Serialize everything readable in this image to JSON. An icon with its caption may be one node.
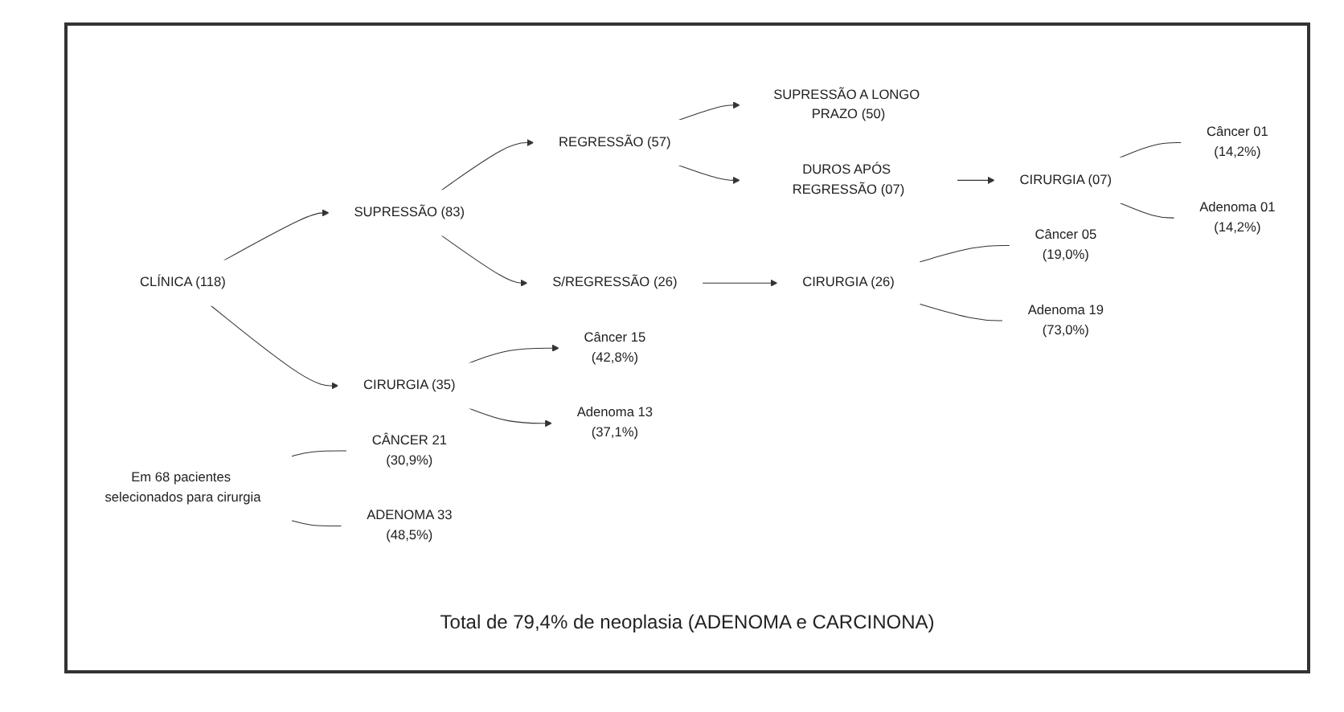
{
  "diagram": {
    "nodes": [
      {
        "text": [
          "CLÍNICA (118)"
        ]
      },
      {
        "text": [
          "SUPRESSÃO (83)"
        ]
      },
      {
        "text": [
          "CIRURGIA (35)"
        ]
      },
      {
        "text": [
          "REGRESSÃO (57)"
        ]
      },
      {
        "text": [
          "S/REGRESSÃO (26)"
        ]
      },
      {
        "text": [
          "SUPRESSÃO A LONGO PRAZO (50)"
        ]
      },
      {
        "text": [
          "DUROS APÓS REGRESSÃO (07)"
        ]
      },
      {
        "text": [
          "CIRURGIA (26)"
        ]
      },
      {
        "text": [
          "CIRURGIA (07)"
        ]
      },
      {
        "text": [
          "Câncer 15",
          "(42,8%)"
        ]
      },
      {
        "text": [
          "Adenoma 13",
          "(37,1%)"
        ]
      },
      {
        "text": [
          "Câncer 05",
          "(19,0%)"
        ]
      },
      {
        "text": [
          "Adenoma 19",
          "(73,0%)"
        ]
      },
      {
        "text": [
          "Câncer 01",
          "(14,2%)"
        ]
      },
      {
        "text": [
          "Adenoma 01",
          "(14,2%)"
        ]
      },
      {
        "text": [
          "Em 68 pacientes selecionados para cirurgia"
        ]
      },
      {
        "text": [
          "CÂNCER 21",
          "(30,9%)"
        ]
      },
      {
        "text": [
          "ADENOMA 33",
          "(48,5%)"
        ]
      }
    ],
    "edges": [
      {
        "from": 0,
        "to": 1,
        "arrow": "to"
      },
      {
        "from": 0,
        "to": 2,
        "arrow": "to"
      },
      {
        "from": 1,
        "to": 3,
        "arrow": "to"
      },
      {
        "from": 1,
        "to": 4,
        "arrow": "to"
      },
      {
        "from": 3,
        "to": 5,
        "arrow": "to"
      },
      {
        "from": 3,
        "to": 6,
        "arrow": "to"
      },
      {
        "from": 2,
        "to": 9,
        "arrow": "to"
      },
      {
        "from": 2,
        "to": 10,
        "arrow": "to"
      },
      {
        "from": 4,
        "to": 7,
        "arrow": "to"
      },
      {
        "from": 6,
        "to": 8,
        "arrow": "to"
      },
      {
        "from": 7,
        "to": 11,
        "arrow": "none"
      },
      {
        "from": 7,
        "to": 12,
        "arrow": "none"
      },
      {
        "from": 8,
        "to": 13,
        "arrow": "none"
      },
      {
        "from": 8,
        "to": 14,
        "arrow": "none"
      },
      {
        "from": 15,
        "to": 16,
        "arrow": "none"
      },
      {
        "from": 15,
        "to": 17,
        "arrow": "none"
      }
    ],
    "labels": [
      "Total de 79,4% de neoplasia (ADENOMA e CARCINONA)"
    ]
  }
}
